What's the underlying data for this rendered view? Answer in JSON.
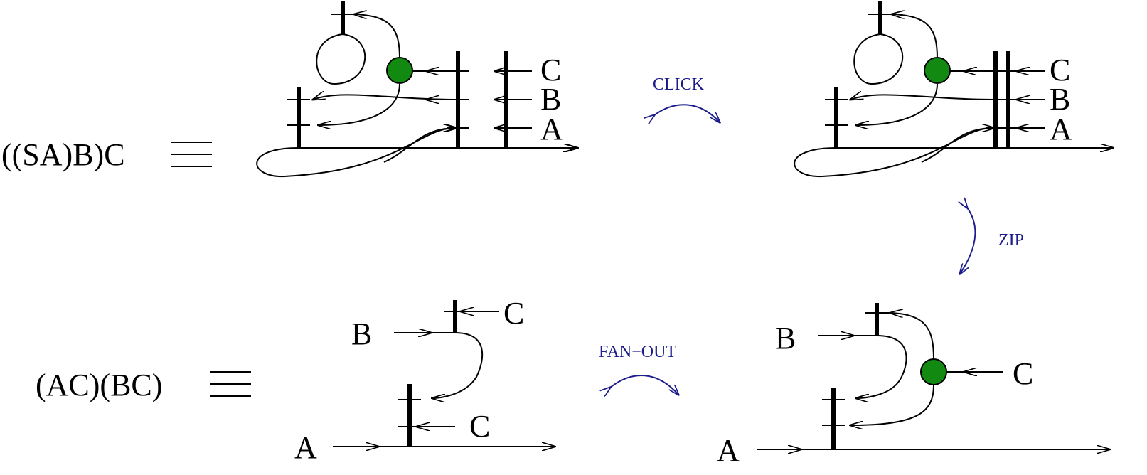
{
  "equations": {
    "top_left": "((SA)B)C",
    "bottom_left": "(AC)(BC)",
    "equiv_symbol": "≡"
  },
  "moves": {
    "click": "CLICK",
    "zip": "ZIP",
    "fan_out": "FAN−OUT"
  },
  "labels": {
    "a": "A",
    "b": "B",
    "c": "C"
  },
  "colors": {
    "node_fill": "#128a12",
    "move_text": "#1c1c8c",
    "ink": "#000000"
  }
}
